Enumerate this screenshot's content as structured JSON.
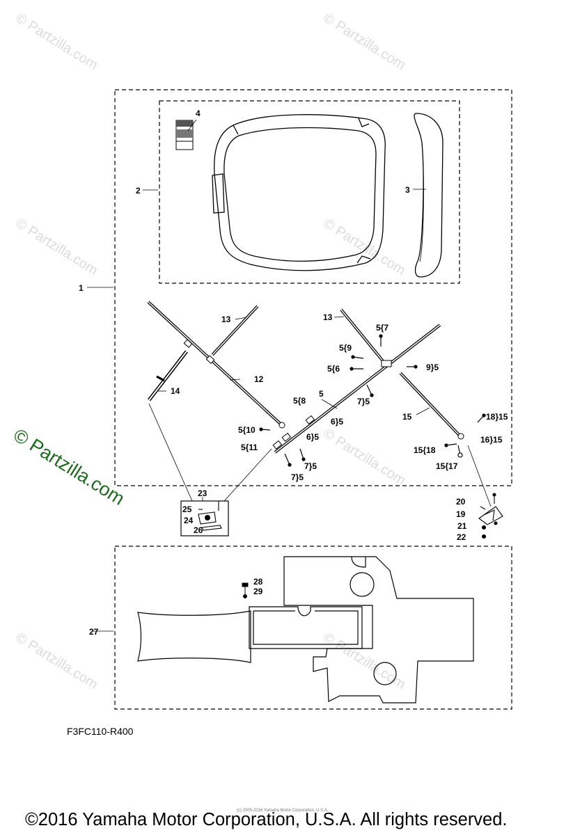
{
  "watermark": "© Partzilla.com",
  "watermark_brand": "© Partzilla.com",
  "drawing_code": "F3FC110-R400",
  "copyright_small": "(c) 2005-2016 Yamaha Motor Corporation, U.S.A.",
  "copyright": "©2016 Yamaha Motor Corporation, U.S.A. All rights reserved.",
  "callouts": {
    "c1": "1",
    "c2": "2",
    "c3": "3",
    "c4": "4",
    "c5": "5",
    "c5_7": "5{7",
    "c5_9": "5{9",
    "c5_6": "5{6",
    "c9_5": "9}5",
    "c7_5a": "7}5",
    "c5_8": "5{8",
    "c6_5a": "6}5",
    "c5_10": "5{10",
    "c5_11": "5{11",
    "c6_5b": "6}5",
    "c7_5b": "7}5",
    "c7_5c": "7}5",
    "c12": "12",
    "c13a": "13",
    "c13b": "13",
    "c14": "14",
    "c15": "15",
    "c18_15": "18}15",
    "c15_18": "15{18",
    "c16_15": "16}15",
    "c15_17": "15{17",
    "c19": "19",
    "c20": "20",
    "c21": "21",
    "c22": "22",
    "c23": "23",
    "c24": "24",
    "c25": "25",
    "c26": "26",
    "c27": "27",
    "c28": "28",
    "c29": "29"
  }
}
